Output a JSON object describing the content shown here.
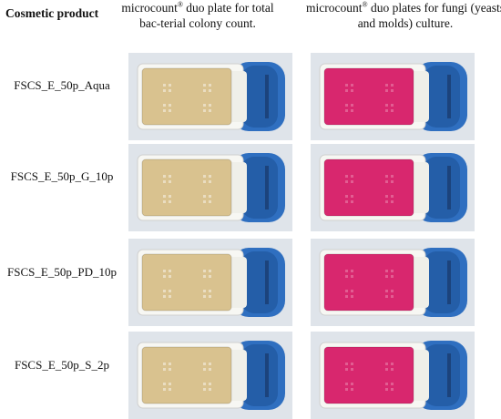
{
  "table": {
    "header": {
      "product": "Cosmetic product",
      "bacteria_brand": "microcount",
      "bacteria_rest": " duo plate for total bac-terial colony count.",
      "fungi_brand": "microcount",
      "fungi_rest": " duo plates for fungi (yeasts and molds) culture.",
      "registered_mark": "®"
    },
    "rows": [
      {
        "product": "FSCS_E_50p_Aqua"
      },
      {
        "product": "FSCS_E_50p_G_10p"
      },
      {
        "product": "FSCS_E_50p_PD_10p"
      },
      {
        "product": "FSCS_E_50p_S_2p"
      }
    ]
  },
  "colors": {
    "bacteria_agar": "#d9c28f",
    "fungi_agar": "#d8276e",
    "plate_cap": "#2f6fc0",
    "photo_bg": "#dfe4ea"
  }
}
